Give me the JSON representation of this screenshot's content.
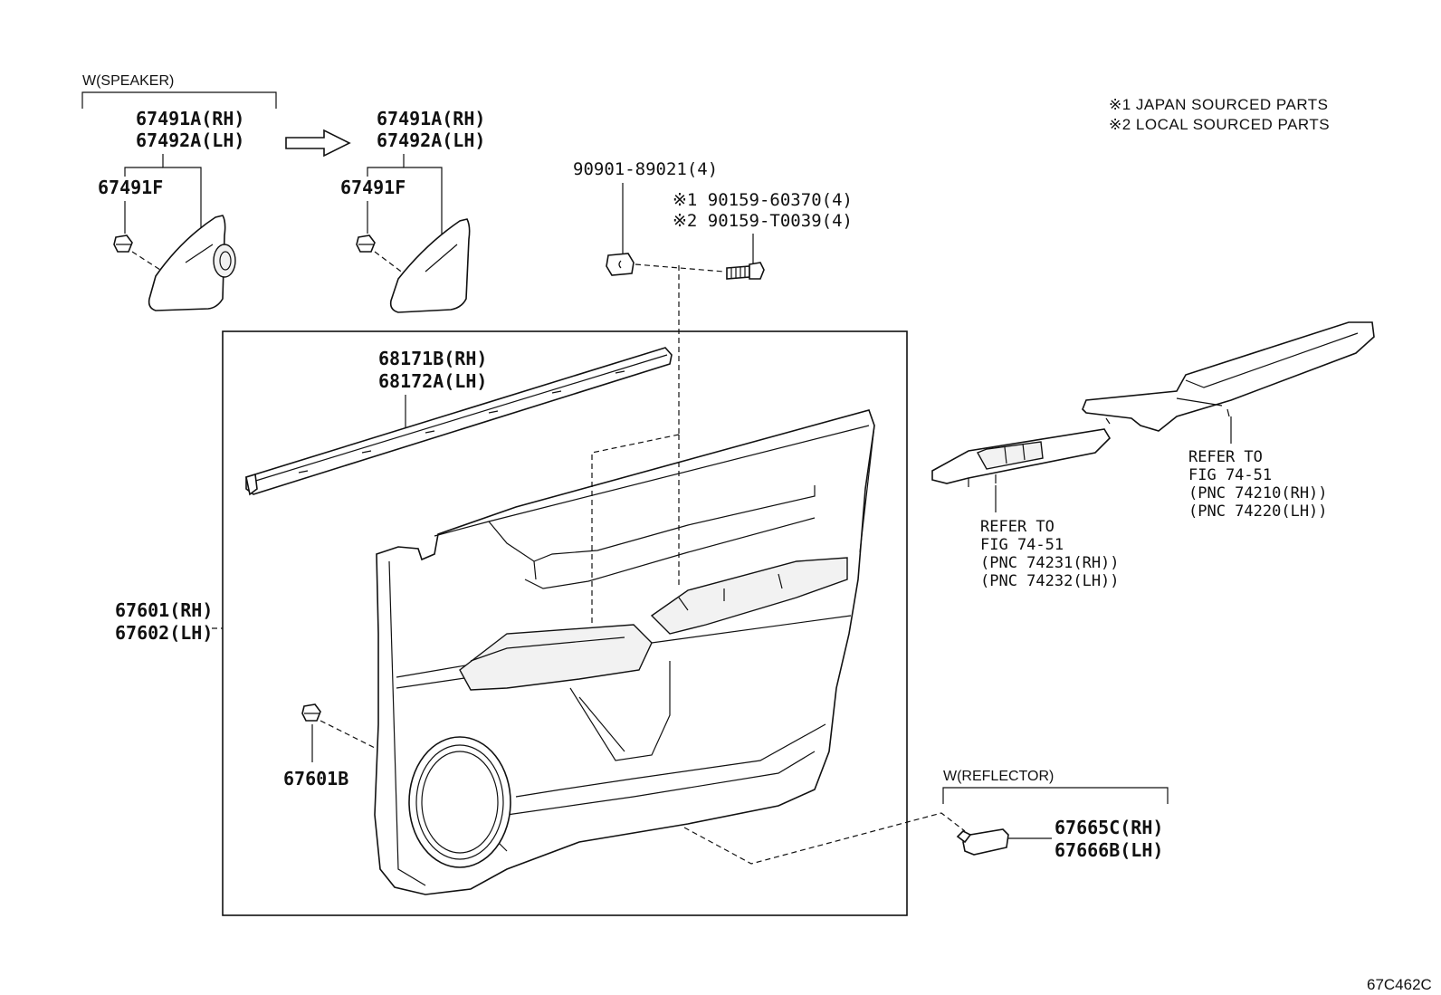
{
  "notes": {
    "line1": "※1  JAPAN SOURCED PARTS",
    "line2": "※2  LOCAL SOURCED PARTS"
  },
  "groups": {
    "speaker_label": "W(SPEAKER)",
    "reflector_label": "W(REFLECTOR)"
  },
  "labels": {
    "tweeter_rh_1": "67491A(RH)",
    "tweeter_lh_1": "67492A(LH)",
    "clip_1": "67491F",
    "tweeter_rh_2": "67491A(RH)",
    "tweeter_lh_2": "67492A(LH)",
    "clip_2": "67491F",
    "nut": "90901-89021(4)",
    "screw_1": "※1 90159-60370(4)",
    "screw_2": "※2 90159-T0039(4)",
    "weatherstrip_rh": "68171B(RH)",
    "weatherstrip_lh": "68172A(LH)",
    "panel_rh": "67601(RH)",
    "panel_lh": "67602(LH)",
    "panel_clip": "67601B",
    "reflector_rh": "67665C(RH)",
    "reflector_lh": "67666B(LH)"
  },
  "refs": {
    "switch": {
      "line1": "REFER TO",
      "line2": "FIG 74-51",
      "line3": "(PNC 74231(RH))",
      "line4": "(PNC 74232(LH))"
    },
    "armrest": {
      "line1": "REFER TO",
      "line2": "FIG 74-51",
      "line3": "(PNC 74210(RH))",
      "line4": "(PNC 74220(LH))"
    }
  },
  "figure_code": "67C462C"
}
